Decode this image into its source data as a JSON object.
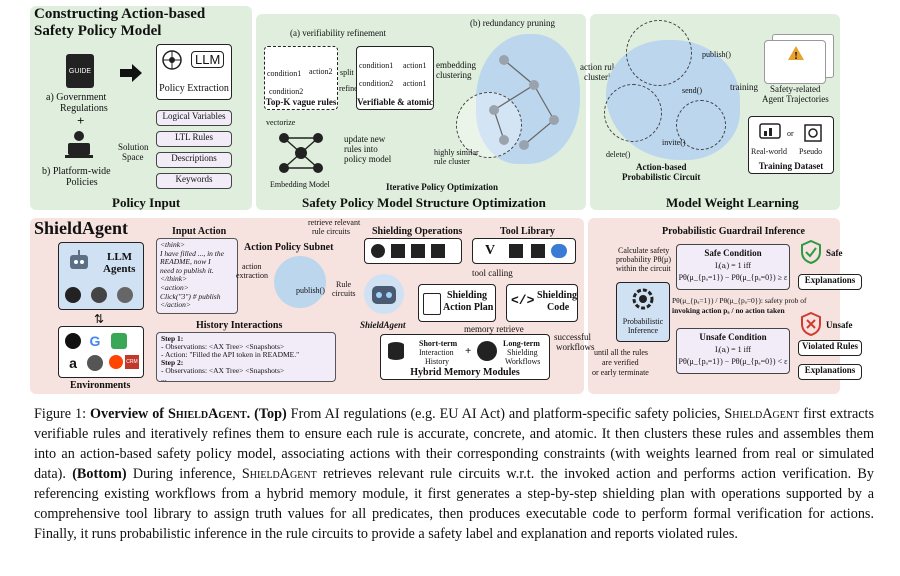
{
  "top": {
    "title_line1": "Constructing Action-based",
    "title_line2": "Safety Policy Model",
    "guide_label": "GUIDE",
    "gov_regs_line1": "a) Government",
    "gov_regs_line2": "Regulations",
    "plus": "+",
    "platform_line1": "b) Platform-wide",
    "platform_line2": "Policies",
    "llm": "LLM",
    "policy_extraction": "Policy Extraction",
    "solution_space_line1": "Solution",
    "solution_space_line2": "Space",
    "logical_variables": "Logical Variables",
    "ltl_rules": "LTL Rules",
    "descriptions": "Descriptions",
    "keywords": "Keywords",
    "policy_input": "Policy Input",
    "verifiability_refinement": "(a) verifiability refinement",
    "condition1": "condition1",
    "condition2": "condition2",
    "action1": "action1",
    "action2": "action2",
    "topk_vague": "Top-K  vague rules",
    "split": "split",
    "refine": "refine",
    "verifiable_atomic": "Verifiable & atomic",
    "vectorize": "vectorize",
    "embedding_model": "Embedding Model",
    "update_rules_line1": "update new",
    "update_rules_line2": "rules into",
    "update_rules_line3": "policy model",
    "redundancy_pruning": "(b) redundancy pruning",
    "embedding_clustering_line1": "embedding",
    "embedding_clustering_line2": "clustering",
    "highly_similar_line1": "highly similar",
    "highly_similar_line2": "rule cluster",
    "iterative_opt": "Iterative Policy Optimization",
    "structure_opt": "Safety Policy Model Structure Optimization",
    "action_rule_clustering_line1": "action rule",
    "action_rule_clustering_line2": "clustering",
    "publish_fn": "publish()",
    "send_fn": "send()",
    "invite_fn": "invite()",
    "delete_fn": "delete()",
    "action_based_line1": "Action-based",
    "action_based_line2": "Probabilistic Circuit",
    "training": "training",
    "safety_traj_line1": "Safety-related",
    "safety_traj_line2": "Agent Trajectories",
    "real_world": "Real-world",
    "or": "or",
    "pseudo": "Pseudo",
    "training_dataset": "Training Dataset",
    "model_weight_learning": "Model Weight Learning"
  },
  "bottom": {
    "title": "ShieldAgent",
    "llm_agents_line1": "LLM",
    "llm_agents_line2": "Agents",
    "environments": "Environments",
    "input_action": "Input Action",
    "input_action_text": [
      "<think>",
      "I have filled ..., in the",
      "README, now I",
      "need to publish it.",
      "</think>",
      "<action>",
      "Click(\"3\") # publish",
      "</action>"
    ],
    "action_extraction_line1": "action",
    "action_extraction_line2": "extraction",
    "action_policy_subnet": "Action Policy Subnet",
    "publish_fn": "publish()",
    "retrieve_circuits_line1": "retrieve relevant",
    "retrieve_circuits_line2": "rule circuits",
    "rule_circuits_line1": "Rule",
    "rule_circuits_line2": "circuits",
    "history_interactions": "History Interactions",
    "history_lines": [
      "Step 1:",
      "- Observations: <AX Tree> <Snapshots>",
      "- Action: \"Filled the API  token in README.\"",
      "Step 2:",
      "- Observations: <AX Tree> <Snapshots>",
      "..."
    ],
    "shielding_operations": "Shielding Operations",
    "tool_library": "Tool Library",
    "tool_calling": "tool calling",
    "shieldagent_label": "ShieldAgent",
    "shielding_plan_line1": "Shielding",
    "shielding_plan_line2": "Action Plan",
    "shielding_code_line1": "Shielding",
    "shielding_code_line2": "Code",
    "memory_retrieve": "memory retrieve",
    "successful_workflows_line1": "successful",
    "successful_workflows_line2": "workflows",
    "short_term_line1": "Short-term",
    "short_term_line2": "Interaction",
    "short_term_line3": "History",
    "long_term_line1": "Long-term",
    "long_term_line2": "Shielding",
    "long_term_line3": "Workflows",
    "hybrid_memory": "Hybrid Memory Modules",
    "until_verified_line1": "until all the rules",
    "until_verified_line2": "are verified",
    "until_verified_line3": "or early terminate",
    "prob_guardrail": "Probabilistic Guardrail Inference",
    "calc_prob_line1": "Calculate safety",
    "calc_prob_line2": "probability Pθ(μ)",
    "calc_prob_line3": "within the circuit",
    "prob_inference_line1": "Probabilistic",
    "prob_inference_line2": "Inference",
    "safe_condition": "Safe Condition",
    "safe_eq1": "Iᵢ(aᵢ) = 1 iff",
    "safe_eq2": "Pθ(μ_{pₐ=1}) − Pθ(μ_{pₐ=0}) ≥ ε",
    "ratio_text_line1": "Pθ(μ_{pₐ=1}) / Pθ(μ_{pₐ=0}): safety prob of",
    "ratio_text_line2": "invoking action pₐ / no action taken",
    "unsafe_condition": "Unsafe Condition",
    "unsafe_eq1": "Iᵢ(aᵢ) = 1 iff",
    "unsafe_eq2": "Pθ(μ_{pₐ=1}) − Pθ(μ_{pₐ=0}) < ε",
    "safe": "Safe",
    "unsafe": "Unsafe",
    "explanations": "Explanations",
    "violated_rules": "Violated Rules",
    "explanations2": "Explanations"
  },
  "caption": {
    "fig": "Figure 1: ",
    "bold_head": "Overview of ",
    "shieldagent": "ShieldAgent",
    "top_tag": ". (Top)",
    "part1": " From AI regulations (e.g. EU AI Act) and platform-specific safety policies, ",
    "part2": " first extracts verifiable rules and iteratively refines them to ensure each rule is accurate, concrete, and atomic. It then clusters these rules and assembles them into an action-based safety policy model, associating actions with their corresponding constraints (with weights learned from real or simulated data). ",
    "bottom_tag": "(Bottom)",
    "part3": " During inference, ",
    "part4": " retrieves relevant rule circuits w.r.t. the invoked action and performs action verification. By referencing existing workflows from a hybrid memory module, it first generates a step-by-step shielding plan with operations supported by a comprehensive tool library to assign truth values for all predicates, then produces executable code to perform formal verification for actions. Finally, it runs probabilistic inference in the rule circuits to provide a safety label and explanation and reports violated rules."
  },
  "colors": {
    "green_panel": "#dfeedd",
    "pink_panel": "#f6e2df",
    "blue_blob": "#bcd6ee",
    "purple_box": "#f2ecf8",
    "safe_green": "#2e9a43",
    "unsafe_red": "#d23b32"
  }
}
